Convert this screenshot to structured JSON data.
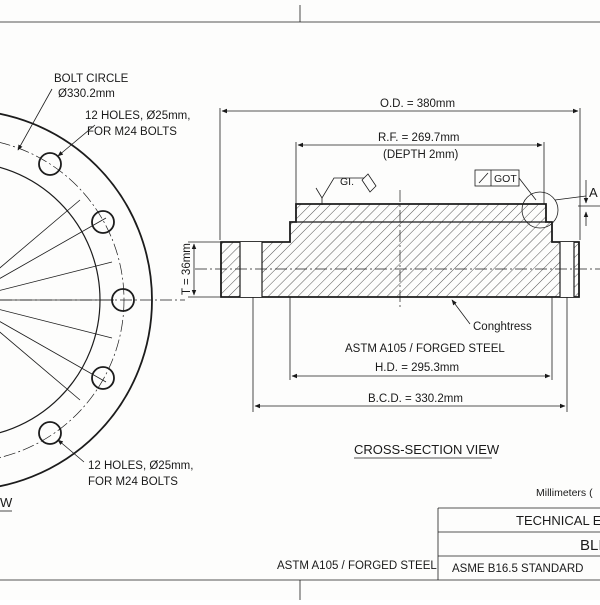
{
  "drawing": {
    "front_view": {
      "bolt_circle_label": "BOLT CIRCLE",
      "bolt_circle_value": "Ø330.2mm",
      "holes_top_line1": "12 HOLES, Ø25mm,",
      "holes_top_line2": "FOR M24 BOLTS",
      "holes_bottom_line1": "12 HOLES, Ø25mm,",
      "holes_bottom_line2": "FOR M24 BOLTS",
      "view_label_fragment": "W"
    },
    "cross_section": {
      "od": "O.D. = 380mm",
      "rf": "R.F. = 269.7mm",
      "rf_depth": "(DEPTH 2mm)",
      "surface_symbol": "GI.",
      "flatness_value": "GOT",
      "detail_label": "A",
      "thickness": "T = 36mm",
      "callout": "Conghtress",
      "material": "ASTM A105 / FORGED STEEL",
      "hd": "H.D. = 295.3mm",
      "bcd": "B.C.D. = 330.2mm",
      "view_title": "CROSS-SECTION VIEW"
    },
    "title_block": {
      "units": "Millimeters (",
      "technical": "TECHNICAL E",
      "name": "BLI",
      "standard": "ASME B16.5 STANDARD",
      "material": "ASTM A105 / FORGED STEEL"
    }
  }
}
